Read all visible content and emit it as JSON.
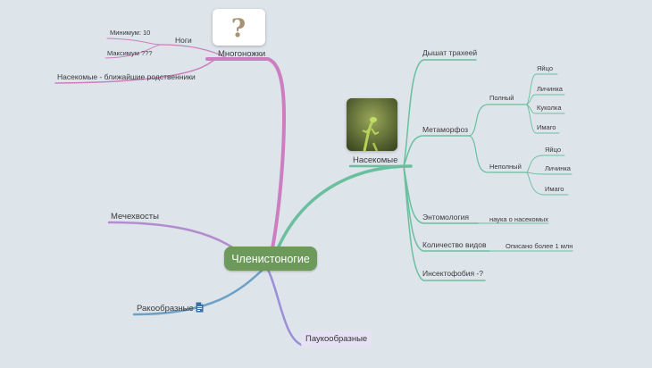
{
  "root": "Членистоногие",
  "branches": {
    "myriapods": "Многоножки",
    "insects": "Насекомые",
    "arachnids": "Паукообразные",
    "crustaceans": "Ракообразные",
    "horseshoe": "Мечехвосты"
  },
  "myriapods_children": {
    "legs": "Ноги",
    "min": "Минимум: 10",
    "max": "Максимум ???",
    "relatives": "Насекомые - ближайшие родственники"
  },
  "insects_children": {
    "tracheae": "Дышат трахеей",
    "metamorphosis": "Метаморфоз",
    "complete": "Полный",
    "complete_stages": [
      "Яйцо",
      "Личинка",
      "Куколка",
      "Имаго"
    ],
    "incomplete": "Неполный",
    "incomplete_stages": [
      "Яйцо",
      "Личинка",
      "Имаго"
    ],
    "entomology": "Энтомология",
    "entomology_note": "наука о насекомых",
    "species_count": "Количество видов",
    "species_note": "Описано более 1 млн",
    "phobia": "Инсектофобия -?"
  },
  "colors": {
    "background": "#dde4ea",
    "root": "#6d9a5b",
    "myriapods_branch": "#cc7fc0",
    "insects_branch": "#6abf9e",
    "arachnids_branch": "#9a8fd8",
    "crustaceans_branch": "#6fa0c6",
    "horseshoe_branch": "#b38ccf"
  },
  "icons": {
    "myriapods_image": "question-mark-image",
    "insects_image": "mantis-photo",
    "crustaceans_attachment": "document-icon"
  }
}
